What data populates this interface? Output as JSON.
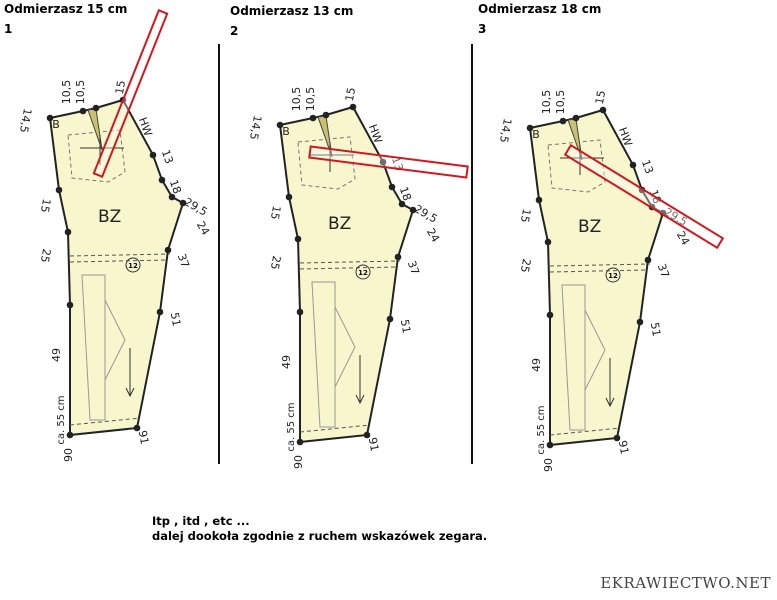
{
  "steps": [
    {
      "title": "Odmierzasz 15 cm",
      "number": "1"
    },
    {
      "title": "Odmierzasz 13 cm",
      "number": "2"
    },
    {
      "title": "Odmierzasz 18 cm",
      "number": "3"
    }
  ],
  "pattern_labels": {
    "waist_a": "10,5",
    "waist_b": "10,5",
    "top_right": "15",
    "top_left": "14,5",
    "corner": "B",
    "hw": "HW",
    "side_13": "13",
    "side_18": "18",
    "side_295": "29,5",
    "side_24": "24",
    "left_15": "15",
    "piece": "BZ",
    "left_25": "25",
    "right_37": "37",
    "circle": "12",
    "right_51": "51",
    "left_49": "49",
    "length": "ca. 55 cm",
    "hem_left": "90",
    "hem_right": "91"
  },
  "notes": {
    "line1": "Itp , itd , etc ...",
    "line2": "dalej dookoła zgodnie z ruchem wskazówek zegara."
  },
  "watermark": "EKRAWIECTWO.NET",
  "colors": {
    "fill": "#f7f6cc",
    "outline": "#222222",
    "ruler": "#d0191f"
  }
}
